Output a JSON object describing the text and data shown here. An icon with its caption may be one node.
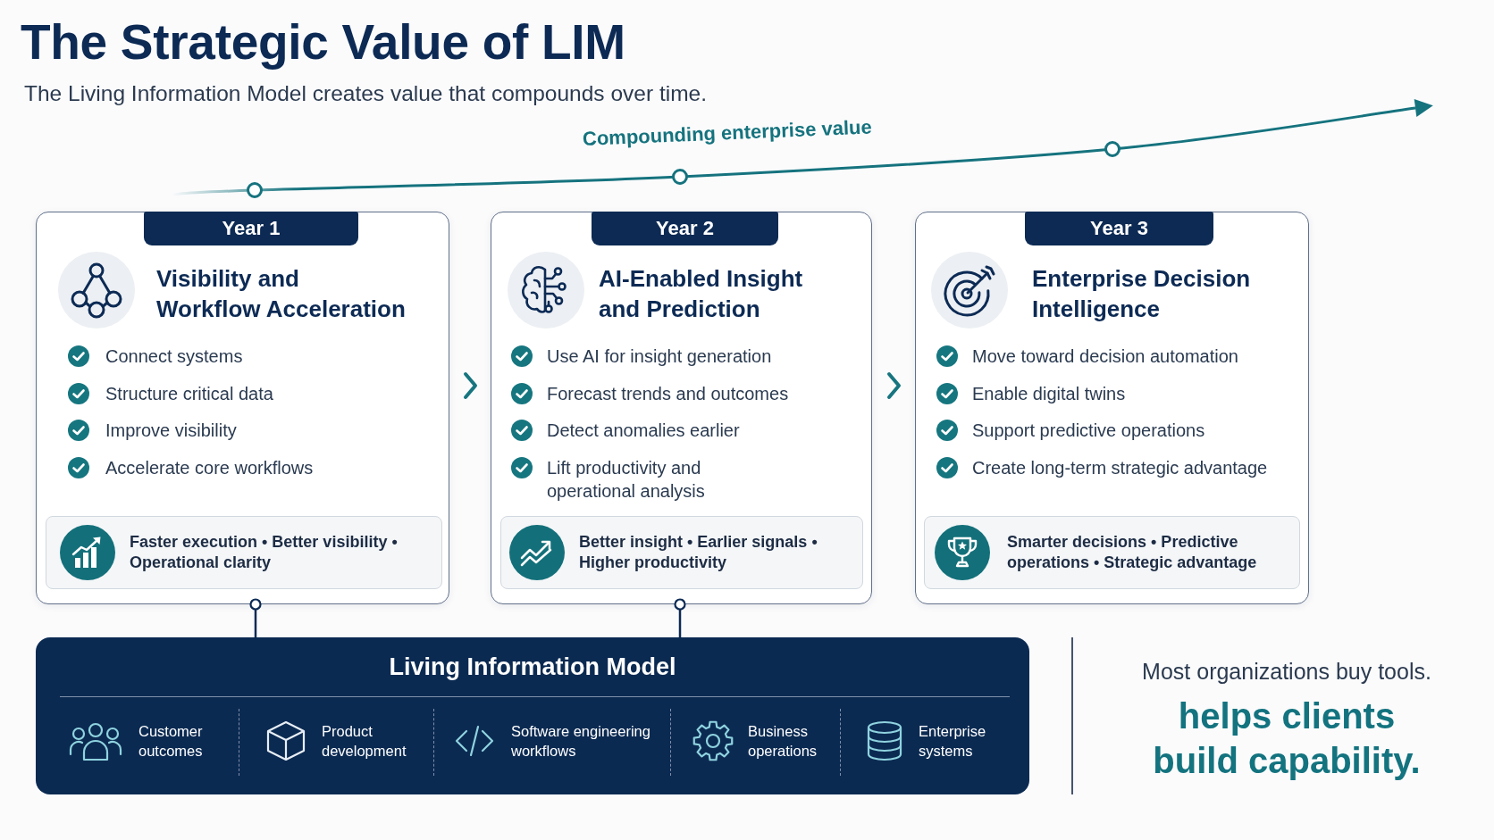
{
  "diagram": {
    "title": "The Strategic Value of LIM",
    "nodes": [
      {
        "text": [
          "Visibility and Workflow Acceleration",
          "Connect systems",
          "Structure critical data",
          "Improve visibility",
          "Accelerate core workflows"
        ]
      },
      {
        "text": [
          "Year 1"
        ],
        "in": 0
      },
      {
        "text": [
          "Faster execution • Better visibility • Operational clarity"
        ],
        "in": 0
      },
      {
        "text": [
          "AI-Enabled Insight and Prediction",
          "Use AI for insight generation",
          "Forecast trends and outcomes",
          "Detect anomalies earlier",
          "Lift productivity and operational analysis"
        ]
      },
      {
        "text": [
          "Year 2"
        ],
        "in": 3
      },
      {
        "text": [
          "Better insight • Earlier signals • Higher productivity"
        ],
        "in": 3
      },
      {
        "text": [
          "Enterprise Decision Intelligence",
          "Move toward decision automation",
          "Enable digital twins",
          "Support predictive operations",
          "Create long-term strategic advantage"
        ]
      },
      {
        "text": [
          "Year 3"
        ],
        "in": 6
      },
      {
        "text": [
          "Smarter decisions • Predictive operations • Strategic advantage"
        ],
        "in": 6
      },
      {
        "text": [
          "Living Information Model",
          "Customer outcomes",
          "Product development",
          "Software engineering workflows",
          "Business operations",
          "Enterprise systems"
        ]
      }
    ],
    "edges": [
      {
        "from": 0,
        "to": 3,
        "arrow": "to",
        "color": "#17757f"
      },
      {
        "from": 3,
        "to": 6,
        "arrow": "to",
        "color": "#17757f"
      },
      {
        "from": 0,
        "to": 9,
        "arrow": "other"
      },
      {
        "from": 3,
        "to": 9,
        "arrow": "other"
      }
    ],
    "labels": [
      "The Living Information Model creates value that compounds over time.",
      "Compounding enterprise value",
      "Most organizations buy tools.",
      "helps clients build capability."
    ]
  }
}
